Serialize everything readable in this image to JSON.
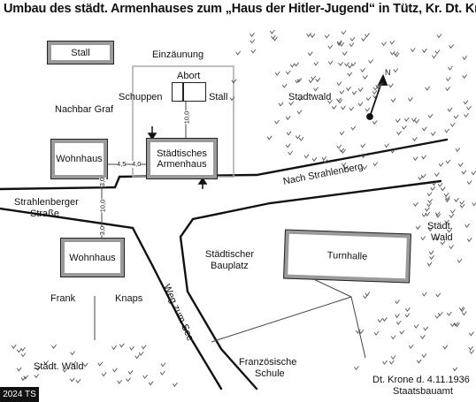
{
  "title": "Umbau des städt. Armenhauses zum „Haus der Hitler-Jugend“ in Tütz, Kr. Dt. Krone",
  "buildings": {
    "stall_nw": "Stall",
    "wohnhaus_left": "Wohnhaus",
    "armenhaus_line1": "Städtisches",
    "armenhaus_line2": "Armenhaus",
    "wohnhaus_south": "Wohnhaus",
    "turnhalle": "Turnhalle",
    "abort": "Abort",
    "schuppen": "Schuppen",
    "stall_small": "Stall"
  },
  "labels": {
    "einzaeunung": "Einzäunung",
    "nachbar_graf": "Nachbar Graf",
    "stadtwald": "Stadtwald",
    "nach_strahlenberg": "Nach Strahlenberg",
    "strahlenberger_line1": "Strahlenberger",
    "strahlenberger_line2": "Straße",
    "staedt_wald_right_line1": "Städt.",
    "staedt_wald_right_line2": "Wald",
    "staedtischer_bauplatz_line1": "Städtischer",
    "staedtischer_bauplatz_line2": "Bauplatz",
    "weg_zum_see": "Weg zum See",
    "frank": "Frank",
    "knaps": "Knaps",
    "staedt_wald_bottom": "Städt. Wald",
    "franzoesische_line1": "Französische",
    "franzoesische_line2": "Schule",
    "signature_line1": "Dt. Krone d. 4.11.1936",
    "signature_line2": "Staatsbauamt",
    "north": "N",
    "credit": "2024 TS"
  },
  "dimensions": {
    "d_4_5": "4,5",
    "d_4_0": "4,0",
    "d_10_0_top": "10,0",
    "d_3_0_top": "3,0",
    "d_10_0_mid": "10,0",
    "d_3_0_bottom": "3,0"
  },
  "colors": {
    "line": "#111111",
    "building_border": "#9a9a9a",
    "fence": "#aaaaaa"
  },
  "icons": {
    "north_arrow": "north-arrow-icon",
    "entrance_arrow": "arrow-icon",
    "tree_symbol": "tree-symbol-icon"
  }
}
